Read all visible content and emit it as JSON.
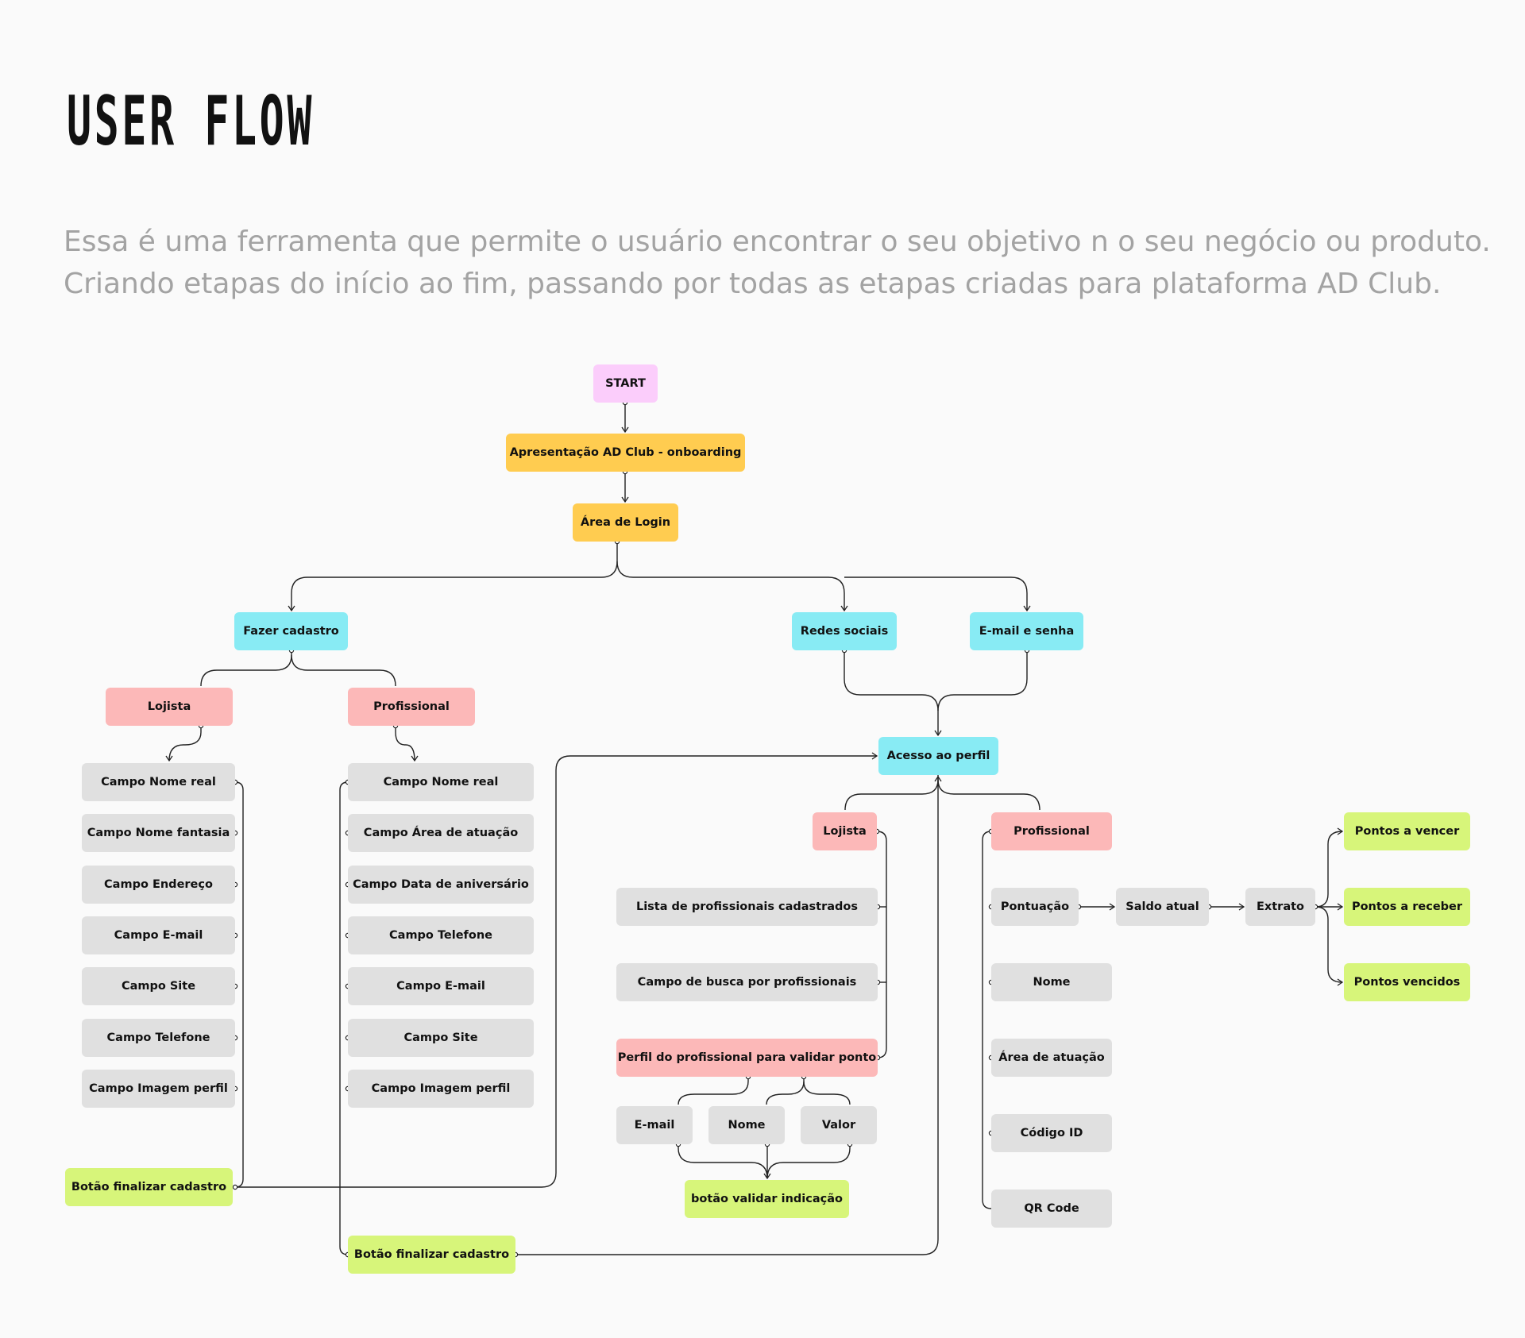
{
  "header": {
    "title": "USER FLOW",
    "subtitle_line1": "Essa é uma ferramenta que permite o usuário encontrar o seu objetivo n o seu negócio ou produto.",
    "subtitle_line2": "Criando etapas do início ao fim, passando por todas as etapas criadas para plataforma AD Club."
  },
  "colors": {
    "start": "#fbcdfb",
    "onboarding": "#ffcc50",
    "access": "#88ebf4",
    "profile_type": "#fcb8b8",
    "field": "#e0e0e0",
    "action": "#d7f57a",
    "connector": "#222222"
  },
  "nodes": {
    "start": "START",
    "onboarding": "Apresentação AD Club - onboarding",
    "login": "Área de Login",
    "fazer_cadastro": "Fazer cadastro",
    "redes_sociais": "Redes sociais",
    "email_senha": "E-mail e senha",
    "cad_lojista": "Lojista",
    "cad_profissional": "Profissional",
    "acesso_perfil": "Acesso ao perfil",
    "perfil_lojista": "Lojista",
    "perfil_profissional": "Profissional",
    "lojista_fields": [
      "Campo Nome real",
      "Campo Nome fantasia",
      "Campo Endereço",
      "Campo E-mail",
      "Campo Site",
      "Campo Telefone",
      "Campo Imagem perfil"
    ],
    "profissional_fields": [
      "Campo Nome real",
      "Campo Área de atuação",
      "Campo Data de aniversário",
      "Campo Telefone",
      "Campo E-mail",
      "Campo Site",
      "Campo Imagem perfil"
    ],
    "btn_finalizar_lojista": "Botão finalizar cadastro",
    "btn_finalizar_profissional": "Botão finalizar cadastro",
    "lista_profissionais": "Lista de profissionais cadastrados",
    "busca_profissionais": "Campo de busca por profissionais",
    "perfil_validar": "Perfil do profissional para validar ponto",
    "validar_email": "E-mail",
    "validar_nome": "Nome",
    "validar_valor": "Valor",
    "btn_validar": "botão validar indicação",
    "pontuacao": "Pontuação",
    "saldo_atual": "Saldo atual",
    "extrato": "Extrato",
    "pontos_vencer": "Pontos a vencer",
    "pontos_receber": "Pontos a receber",
    "pontos_vencidos": "Pontos vencidos",
    "prof_nome": "Nome",
    "prof_area": "Área de atuação",
    "prof_codigo": "Código ID",
    "prof_qr": "QR Code"
  }
}
